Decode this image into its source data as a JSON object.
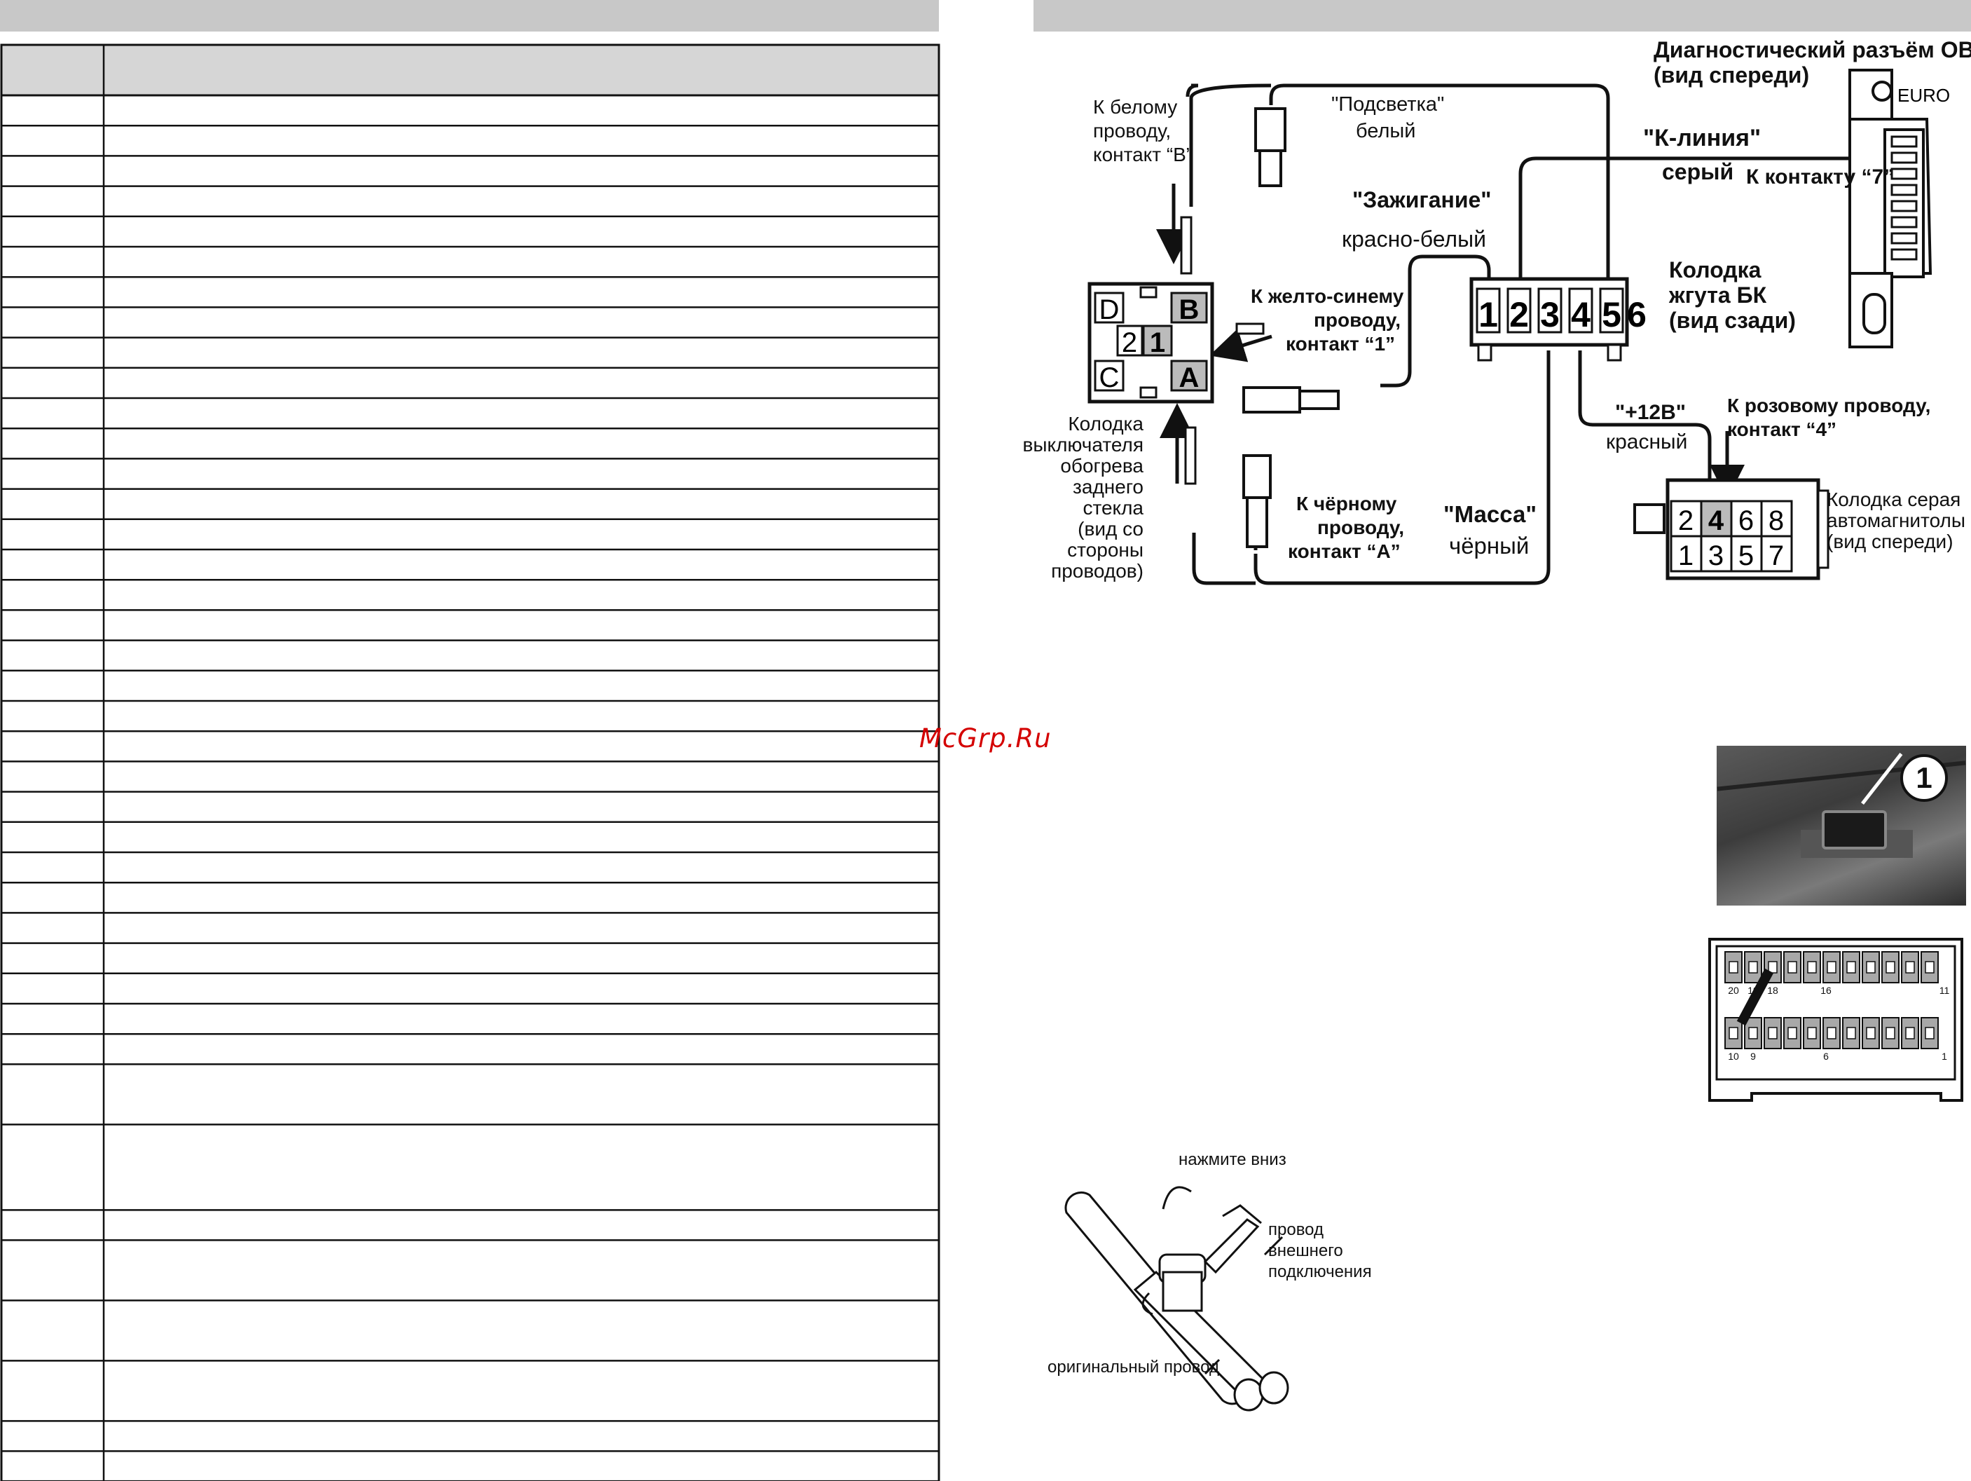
{
  "watermark": "McGrp.Ru",
  "wiring": {
    "obd_title_line1": "Диагностический разъём OBD II",
    "obd_title_line2": "(вид спереди)",
    "obd_euro": "EURO",
    "to_white_l1": "К белому",
    "to_white_l2": "проводу,",
    "to_white_l3": "контакт “B”",
    "backlight_l1": "\"Подсветка\"",
    "backlight_l2": "белый",
    "kline_l1": "\"К-линия\"",
    "kline_l2": "серый",
    "to_pin7": "К контакту “7”",
    "ignition_l1": "\"Зажигание\"",
    "ignition_l2": "красно-белый",
    "bk_l1": "Колодка",
    "bk_l2": "жгута БК",
    "bk_l3": "(вид сзади)",
    "bk_pins": [
      "1",
      "2",
      "3",
      "4",
      "5",
      "6"
    ],
    "ys_l1": "К желто-синему",
    "ys_l2": "проводу,",
    "ys_l3": "контакт “1”",
    "sw_D": "D",
    "sw_B": "B",
    "sw_2": "2",
    "sw_1": "1",
    "sw_C": "C",
    "sw_A": "A",
    "sw_l1": "Колодка",
    "sw_l2": "выключателя",
    "sw_l3": "обогрева",
    "sw_l4": "заднего",
    "sw_l5": "стекла",
    "sw_l6": "(вид со",
    "sw_l7": "стороны",
    "sw_l8": "проводов)",
    "plus12_l1": "\"+12В\"",
    "plus12_l2": "красный",
    "pink_l1": "К розовому проводу,",
    "pink_l2": "контакт “4”",
    "black_l1": "К чёрному",
    "black_l2": "проводу,",
    "black_l3": "контакт “A”",
    "ground_l1": "\"Масса\"",
    "ground_l2": "чёрный",
    "radio_l1": "Колодка серая",
    "radio_l2": "автомагнитолы",
    "radio_l3": "(вид спереди)",
    "radio_top": [
      "2",
      "4",
      "6",
      "8"
    ],
    "radio_bottom": [
      "1",
      "3",
      "5",
      "7"
    ]
  },
  "photo": {
    "marker": "1"
  },
  "connector20": {
    "labels": [
      "20",
      "19",
      "18",
      "16",
      "11",
      "10",
      "9",
      "6",
      "1"
    ]
  },
  "clip": {
    "press_down": "нажмите вниз",
    "ext_l1": "провод",
    "ext_l2": "внешнего",
    "ext_l3": "подключения",
    "original": "оригинальный провод"
  }
}
